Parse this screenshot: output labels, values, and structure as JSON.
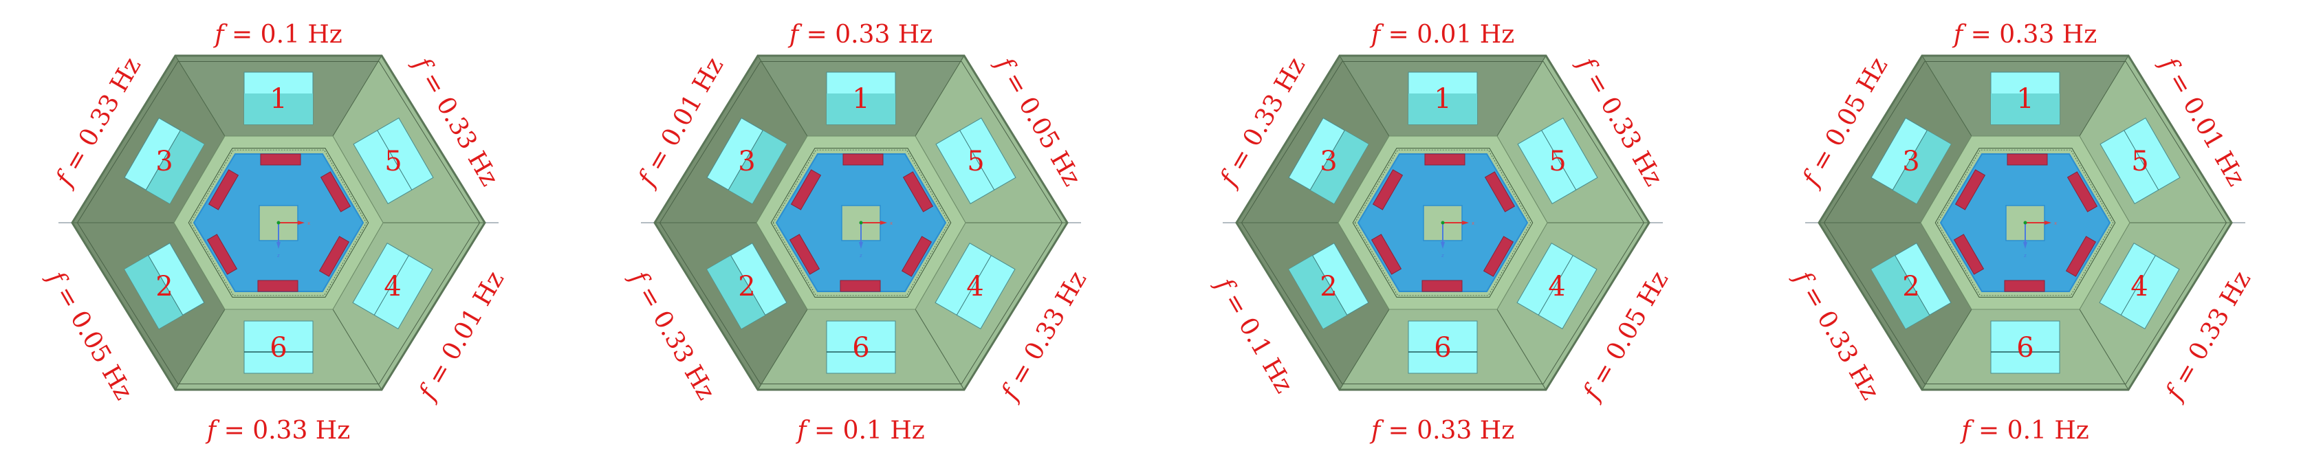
{
  "colors": {
    "label": "#e01a1a",
    "outer_dark": "#7f9a7b",
    "outer_darker": "#768f70",
    "outer_light": "#9cbd95",
    "band": "#a9cc9f",
    "blue_plate": "#3ea5dc",
    "bar": "#c0304c",
    "window_light": "#98fbfb",
    "window_dark": "#6cdad8"
  },
  "panels": [
    {
      "labels": {
        "top": "f = 0.1 Hz",
        "upper_left": "f = 0.33 Hz",
        "upper_right": "f = 0.33 Hz",
        "lower_left": "f = 0.05 Hz",
        "lower_right": "f = 0.01 Hz",
        "bottom": "f = 0.33 Hz"
      },
      "windows": [
        "1",
        "2",
        "3",
        "4",
        "5",
        "6"
      ],
      "axes": {
        "x": "x",
        "z": "z"
      }
    },
    {
      "labels": {
        "top": "f = 0.33 Hz",
        "upper_left": "f = 0.01 Hz",
        "upper_right": "f = 0.05 Hz",
        "lower_left": "f = 0.33 Hz",
        "lower_right": "f = 0.33 Hz",
        "bottom": "f = 0.1 Hz"
      },
      "windows": [
        "1",
        "2",
        "3",
        "4",
        "5",
        "6"
      ],
      "axes": {
        "x": "x",
        "z": "z"
      }
    },
    {
      "labels": {
        "top": "f = 0.01 Hz",
        "upper_left": "f = 0.33 Hz",
        "upper_right": "f = 0.33 Hz",
        "lower_left": "f = 0.1 Hz",
        "lower_right": "f = 0.05 Hz",
        "bottom": "f = 0.33 Hz"
      },
      "windows": [
        "1",
        "2",
        "3",
        "4",
        "5",
        "6"
      ],
      "axes": {
        "x": "x",
        "z": "z"
      }
    },
    {
      "labels": {
        "top": "f = 0.33 Hz",
        "upper_left": "f = 0.05 Hz",
        "upper_right": "f = 0.01 Hz",
        "lower_left": "f = 0.33 Hz",
        "lower_right": "f = 0.33 Hz",
        "bottom": "f = 0.1 Hz"
      },
      "windows": [
        "1",
        "2",
        "3",
        "4",
        "5",
        "6"
      ],
      "axes": {
        "x": "x",
        "z": "z"
      }
    }
  ]
}
